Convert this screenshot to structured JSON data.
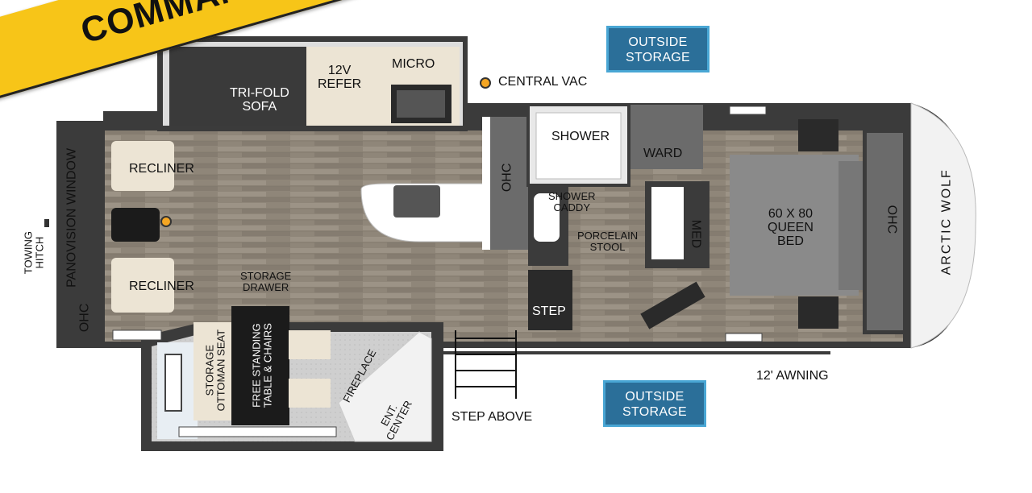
{
  "banner": {
    "text": "COMMANDEZ-MOI !"
  },
  "brand": {
    "name": "ARCTIC WOLF"
  },
  "exterior": {
    "outside_storage_top": [
      "OUTSIDE",
      "STORAGE"
    ],
    "outside_storage_bottom": [
      "OUTSIDE",
      "STORAGE"
    ],
    "awning": "12' AWNING",
    "step_above": "STEP ABOVE",
    "towing_hitch": [
      "TOWING",
      "HITCH"
    ],
    "central_vac": "CENTRAL VAC"
  },
  "rooms": {
    "tri_fold_sofa": [
      "TRI-FOLD",
      "SOFA"
    ],
    "refer": [
      "12V",
      "REFER"
    ],
    "micro": "MICRO",
    "recliner_top": "RECLINER",
    "recliner_bottom": "RECLINER",
    "panovision_window": "PANOVISION WINDOW",
    "ohc_front": "OHC",
    "storage_drawer": [
      "STORAGE",
      "DRAWER"
    ],
    "storage_ottoman_seat": [
      "STORAGE",
      "OTTOMAN SEAT"
    ],
    "free_standing_table": [
      "FREE STANDING",
      "TABLE & CHAIRS"
    ],
    "fireplace": "FIREPLACE",
    "ent_center": [
      "ENT.",
      "CENTER"
    ],
    "ohc_kitchen": "OHC",
    "shower": "SHOWER",
    "shower_caddy": [
      "SHOWER",
      "CADDY"
    ],
    "porcelain_stool": [
      "PORCELAIN",
      "STOOL"
    ],
    "step": "STEP",
    "ward": "WARD",
    "med": "MED",
    "bed": [
      "60 X 80",
      "QUEEN",
      "BED"
    ],
    "ohc_bedroom": "OHC"
  },
  "colors": {
    "banner": "#f7c518",
    "storage_tag": "#2b6f99",
    "storage_tag_border": "#49a6d4",
    "marker": "#f5a623",
    "floor": "#8f8679",
    "wall": "#3b3b3b"
  }
}
